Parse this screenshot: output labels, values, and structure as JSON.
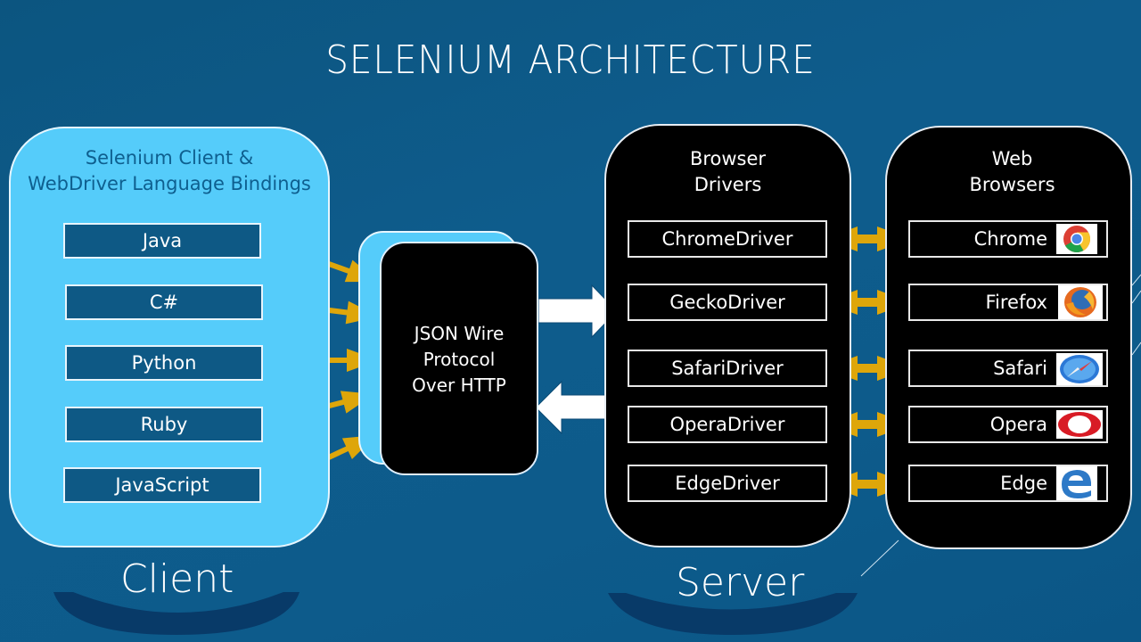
{
  "title": "SELENIUM ARCHITECTURE",
  "client": {
    "heading_line1": "Selenium Client &",
    "heading_line2": "WebDriver Language Bindings",
    "languages": [
      "Java",
      "C#",
      "Python",
      "Ruby",
      "JavaScript"
    ],
    "base_label": "Client"
  },
  "protocol": {
    "line1": "JSON Wire",
    "line2": "Protocol",
    "line3": "Over HTTP"
  },
  "server": {
    "base_label": "Server",
    "drivers_heading_line1": "Browser",
    "drivers_heading_line2": "Drivers",
    "drivers": [
      "ChromeDriver",
      "GeckoDriver",
      "SafariDriver",
      "OperaDriver",
      "EdgeDriver"
    ],
    "browsers_heading_line1": "Web",
    "browsers_heading_line2": "Browsers",
    "browsers": [
      {
        "name": "Chrome",
        "icon": "chrome-icon"
      },
      {
        "name": "Firefox",
        "icon": "firefox-icon"
      },
      {
        "name": "Safari",
        "icon": "safari-icon"
      },
      {
        "name": "Opera",
        "icon": "opera-icon"
      },
      {
        "name": "Edge",
        "icon": "edge-icon"
      }
    ]
  },
  "colors": {
    "background": "#0e5c8c",
    "client_panel": "#55ccfa",
    "language_box": "#0e5985",
    "arrow_gold": "#dea60a",
    "base_dark": "#083a68"
  }
}
